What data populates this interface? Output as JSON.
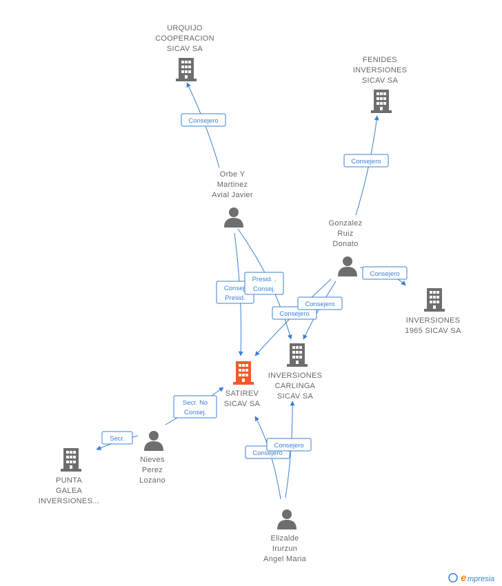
{
  "colors": {
    "edge": "#3a7fd5",
    "company": "#6e6e6e",
    "main_company": "#f05a28",
    "person": "#6e6e6e",
    "label": "#666666"
  },
  "nodes": {
    "urquijo": {
      "lines": [
        "URQUIJO",
        "COOPERACION",
        "SICAV SA"
      ],
      "kind": "company",
      "icon": "building-icon"
    },
    "fenides": {
      "lines": [
        "FENIDES",
        "INVERSIONES",
        "SICAV SA"
      ],
      "kind": "company",
      "icon": "building-icon"
    },
    "orbe": {
      "lines": [
        "Orbe Y",
        "Martinez",
        "Avial Javier"
      ],
      "kind": "person",
      "icon": "person-icon"
    },
    "gonzalez": {
      "lines": [
        "Gonzalez",
        "Ruiz",
        "Donato"
      ],
      "kind": "person",
      "icon": "person-icon"
    },
    "inv1965": {
      "lines": [
        "INVERSIONES",
        "1965 SICAV SA"
      ],
      "kind": "company",
      "icon": "building-icon"
    },
    "carlinga": {
      "lines": [
        "INVERSIONES",
        "CARLINGA",
        "SICAV SA"
      ],
      "kind": "company",
      "icon": "building-icon"
    },
    "satirev": {
      "lines": [
        "SATIREV",
        "SICAV SA"
      ],
      "kind": "company-main",
      "icon": "building-icon"
    },
    "nieves": {
      "lines": [
        "Nieves",
        "Perez",
        "Lozano"
      ],
      "kind": "person",
      "icon": "person-icon"
    },
    "punta": {
      "lines": [
        "PUNTA",
        "GALEA",
        "INVERSIONES..."
      ],
      "kind": "company",
      "icon": "building-icon"
    },
    "elizalde": {
      "lines": [
        "Elizalde",
        "Irurzun",
        "Angel Maria"
      ],
      "kind": "person",
      "icon": "person-icon"
    }
  },
  "edges": {
    "orbe_urquijo": {
      "lines": [
        "Consejero"
      ]
    },
    "gonzalez_fenides": {
      "lines": [
        "Consejero"
      ]
    },
    "orbe_satirev": {
      "lines": [
        "Consej.",
        "Presid."
      ]
    },
    "orbe_carlinga": {
      "lines": [
        "Presid. ,",
        "Consej."
      ]
    },
    "gonzalez_carlinga": {
      "lines": [
        "Consejero"
      ]
    },
    "gonzalez_satirev": {
      "lines": [
        "Consejero"
      ]
    },
    "gonzalez_1965": {
      "lines": [
        "Consejero"
      ]
    },
    "nieves_satirev": {
      "lines": [
        "Secr.  No",
        "Consej."
      ]
    },
    "nieves_punta": {
      "lines": [
        "Secr."
      ]
    },
    "elizalde_carlinga": {
      "lines": [
        "Consejero"
      ]
    },
    "elizalde_satirev": {
      "lines": [
        "Consejero"
      ]
    }
  },
  "footer": {
    "copyright_symbol": "©",
    "brand_initial": "e",
    "brand_rest": "mpresia"
  }
}
